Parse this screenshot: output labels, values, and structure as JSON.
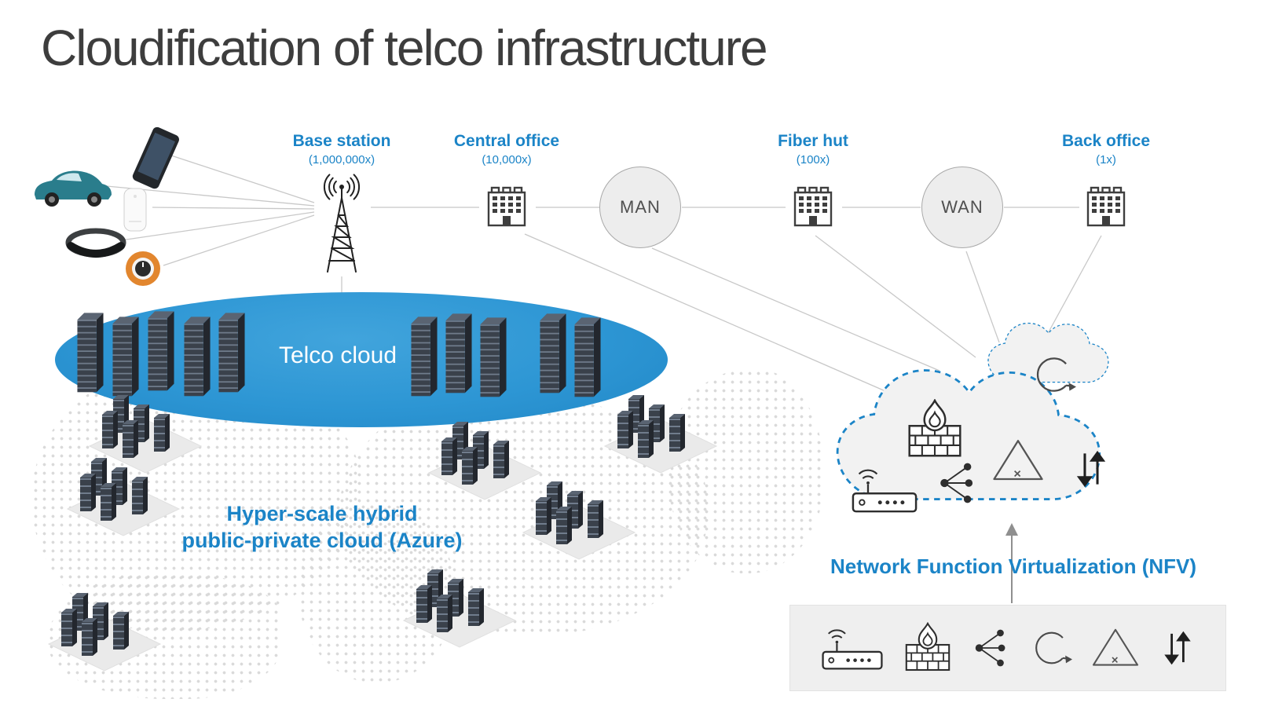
{
  "title": "Cloudification of telco infrastructure",
  "nodes": {
    "base_station": {
      "label": "Base station",
      "count": "(1,000,000x)"
    },
    "central_office": {
      "label": "Central office",
      "count": "(10,000x)"
    },
    "man": {
      "label": "MAN"
    },
    "fiber_hut": {
      "label": "Fiber hut",
      "count": "(100x)"
    },
    "wan": {
      "label": "WAN"
    },
    "back_office": {
      "label": "Back office",
      "count": "(1x)"
    }
  },
  "telco_cloud": {
    "label": "Telco cloud"
  },
  "azure_label": {
    "line1": "Hyper-scale hybrid",
    "line2": "public-private cloud (Azure)"
  },
  "nfv": {
    "label": "Network Function Virtualization (NFV)"
  },
  "device_icons": [
    "smartphone-icon",
    "car-icon",
    "home-gateway-icon",
    "hololens-icon",
    "smart-thermostat-icon"
  ],
  "nfv_icons": [
    "wifi-router-icon",
    "firewall-icon",
    "network-share-icon",
    "service-loop-icon",
    "load-balancer-icon",
    "scale-updown-icon"
  ],
  "colors": {
    "accent_blue": "#1B84C7",
    "telco_cloud_blue": "#2D96D4",
    "connector_gray": "#C6C6C6"
  }
}
